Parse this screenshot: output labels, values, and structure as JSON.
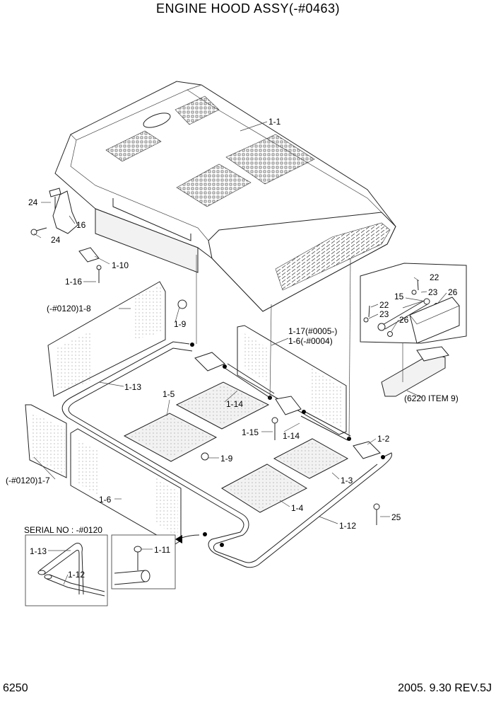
{
  "title": "ENGINE HOOD ASSY(-#0463)",
  "page_number": "6250",
  "revision": "2005. 9.30 REV.5J",
  "inset_serial": "SERIAL NO : -#0120",
  "labels": {
    "hood": "1-1",
    "latch_bolt_top": "24",
    "latch_bolt_bottom": "24",
    "latch": "16",
    "bracket": "1-10",
    "bolt_1_16": "1-16",
    "panel_left_back": "(-#0120)1-8",
    "grommet_top": "1-9",
    "frame_left": "1-13",
    "pad_center": "1-5",
    "rod_center": "1-14",
    "rod_right": "1-14",
    "bolt_1_15": "1-15",
    "panel_right_back_a": "1-17(#0005-)",
    "panel_right_back_b": "1-6(-#0004)",
    "hinge_right": "1-2",
    "grommet_bottom": "1-9",
    "pad_right": "1-3",
    "pad_front": "1-4",
    "panel_left_front": "(-#0120)1-7",
    "panel_front": "1-6",
    "frame_right": "1-12",
    "bolt_25": "25",
    "stay_bolt": "22",
    "stay": "15",
    "stay_nut_top": "23",
    "stay_washer_top": "26",
    "stay_bolt_lower": "22",
    "stay_nut_lower": "23",
    "stay_washer_lower": "26",
    "ref_item": "(6220 ITEM 9)",
    "inset_frame_left": "1-13",
    "inset_frame_right": "1-12",
    "inset_pin": "1-11"
  }
}
